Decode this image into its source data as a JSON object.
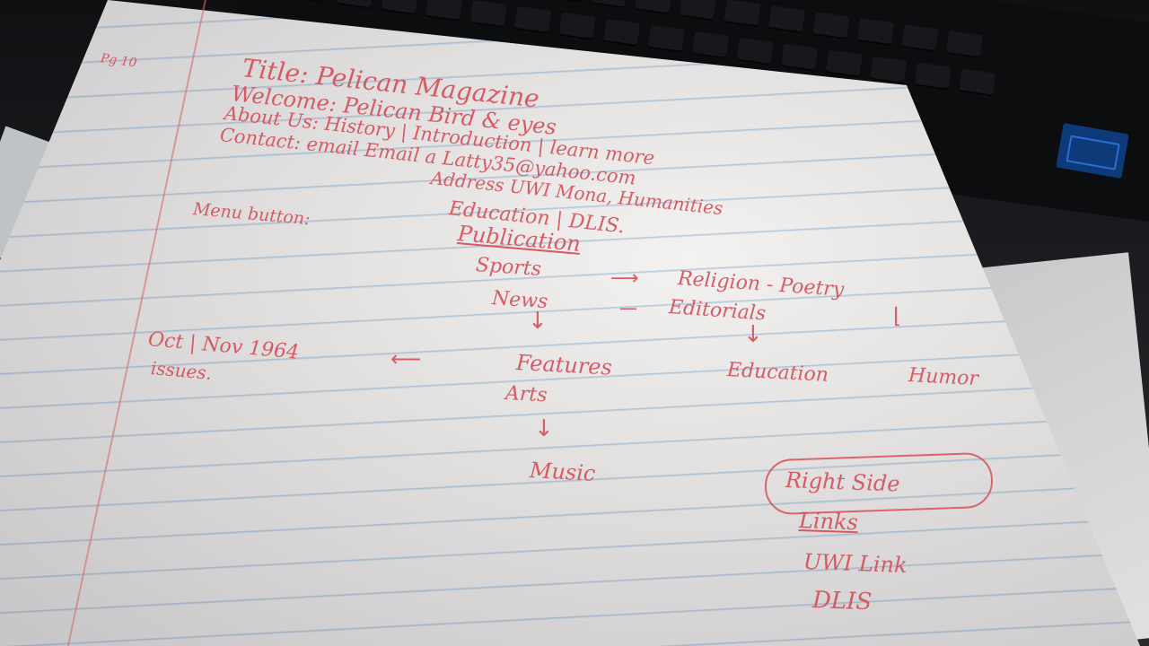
{
  "notes": {
    "corner_mark": "Pg 10",
    "title": "Title: Pelican Magazine",
    "welcome": "Welcome: Pelican Bird & eyes",
    "about": "About Us: History | Introduction | learn more",
    "contact": "Contact: email Email a Latty35@yahoo.com",
    "address": "Address UWI Mona, Humanities",
    "education": "Education | DLIS.",
    "menu_label": "Menu button:",
    "publication": "Publication",
    "sports": "Sports",
    "religion": "Religion - Poetry",
    "news": "News",
    "editorials": "Editorials",
    "issues_line1": "Oct | Nov 1964",
    "issues_line2": "issues.",
    "features": "Features",
    "arts": "Arts",
    "music": "Music",
    "education_item": "Education",
    "humor": "Humor",
    "right_side": "Right Side",
    "links": "Links",
    "uwi_link": "UWI Link",
    "dlis": "DLIS"
  }
}
